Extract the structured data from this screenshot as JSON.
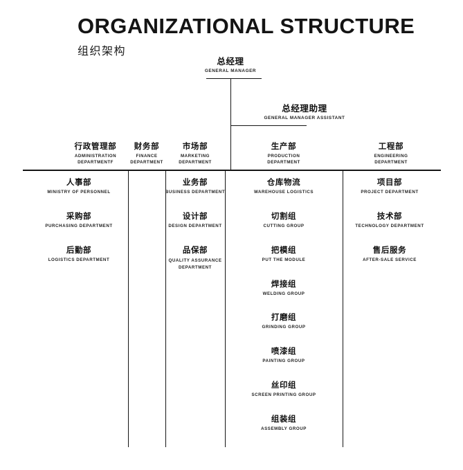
{
  "header": {
    "title_en": "ORGANIZATIONAL STRUCTURE",
    "title_cn": "组织架构"
  },
  "executives": [
    {
      "name": "general-manager",
      "cn": "总经理",
      "en": "GENERAL MANAGER"
    },
    {
      "name": "general-manager-assistant",
      "cn": "总经理助理",
      "en": "GENERAL MANAGER ASSISTANT"
    }
  ],
  "departments": [
    {
      "key": "administration",
      "cn": "行政管理部",
      "en_line1": "ADMINISTRATION",
      "en_line2": "DEPARTMENTF",
      "children": [
        {
          "cn": "人事部",
          "en": "MINISTRY OF PERSONNEL"
        },
        {
          "cn": "采购部",
          "en": "PURCHASING DEPARTMENT"
        },
        {
          "cn": "后勤部",
          "en": "LOGISTICS DEPARTMENT"
        }
      ]
    },
    {
      "key": "finance",
      "cn": "财务部",
      "en_line1": "FINANCE",
      "en_line2": "DEPARTMENT",
      "children": []
    },
    {
      "key": "marketing",
      "cn": "市场部",
      "en_line1": "MARKETING",
      "en_line2": "DEPARTMENT",
      "children": [
        {
          "cn": "业务部",
          "en": "BUSINESS DEPARTMENT"
        },
        {
          "cn": "设计部",
          "en": "DESIGN DEPARTMENT"
        },
        {
          "cn": "品保部",
          "en": "QUALITY ASSURANCE",
          "en2": "DEPARTMENT"
        }
      ]
    },
    {
      "key": "production",
      "cn": "生产部",
      "en_line1": "PRODUCTION",
      "en_line2": "DEPARTMENT",
      "children": [
        {
          "cn": "仓库物流",
          "en": "WAREHOUSE LOGISTICS"
        },
        {
          "cn": "切割组",
          "en": "CUTTING GROUP"
        },
        {
          "cn": "把模组",
          "en": "PUT THE MODULE"
        },
        {
          "cn": "焊接组",
          "en": "WELDING GROUP"
        },
        {
          "cn": "打磨组",
          "en": "GRINDING GROUP"
        },
        {
          "cn": "喷漆组",
          "en": "PAINTING GROUP"
        },
        {
          "cn": "丝印组",
          "en": "SCREEN PRINTING GROUP"
        },
        {
          "cn": "组装组",
          "en": "ASSEMBLY GROUP"
        }
      ]
    },
    {
      "key": "engineering",
      "cn": "工程部",
      "en_line1": "ENGINEERING",
      "en_line2": "DEPARTMENT",
      "children": [
        {
          "cn": "项目部",
          "en": "PROJECT DEPARTMENT"
        },
        {
          "cn": "技术部",
          "en": "TECHNOLOGY DEPARTMENT"
        },
        {
          "cn": "售后服务",
          "en": "AFTER-SALE SERVICE"
        }
      ]
    }
  ]
}
